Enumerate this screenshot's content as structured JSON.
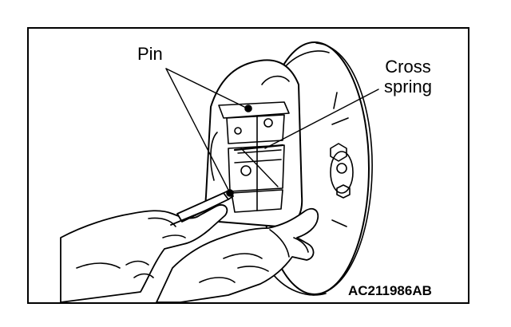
{
  "labels": {
    "pin": "Pin",
    "cross_spring_line1": "Cross",
    "cross_spring_line2": "spring",
    "figure_code": "AC211986AB"
  }
}
